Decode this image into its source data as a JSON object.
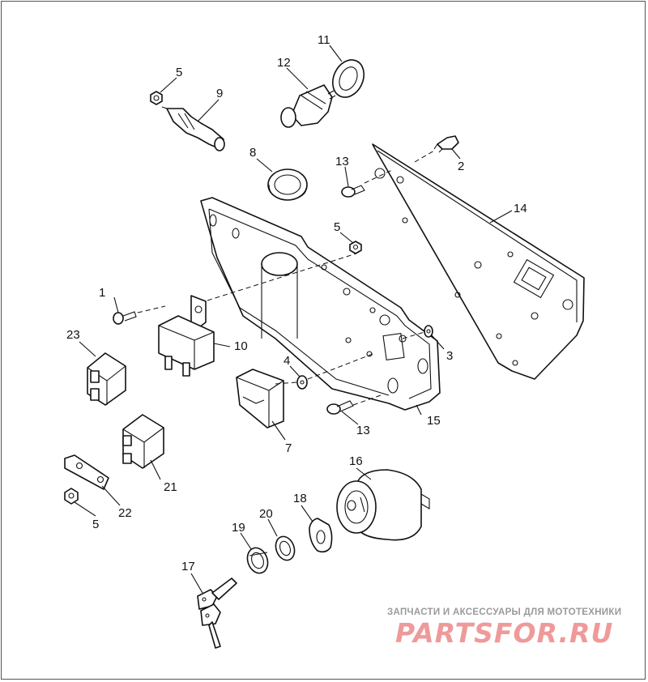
{
  "callouts": {
    "c1": "1",
    "c2": "2",
    "c3": "3",
    "c4": "4",
    "c5a": "5",
    "c5b": "5",
    "c5c": "5",
    "c7": "7",
    "c8": "8",
    "c9": "9",
    "c10": "10",
    "c11": "11",
    "c12": "12",
    "c13a": "13",
    "c13b": "13",
    "c14": "14",
    "c15": "15",
    "c16": "16",
    "c17": "17",
    "c18": "18",
    "c19": "19",
    "c20": "20",
    "c21": "21",
    "c22": "22",
    "c23": "23"
  },
  "watermark": {
    "tagline": "ЗАПЧАСТИ И АКСЕССУАРЫ ДЛЯ МОТОТЕХНИКИ",
    "logo": "PARTSFOR.RU"
  }
}
